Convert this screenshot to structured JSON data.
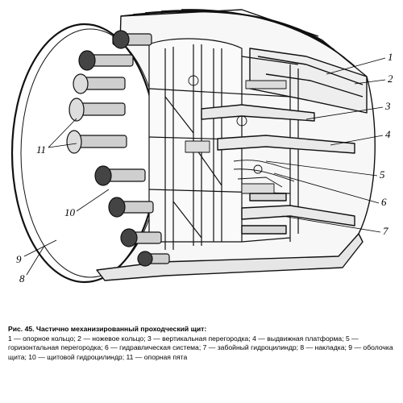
{
  "figure": {
    "callouts": [
      {
        "id": "c1",
        "label": "1"
      },
      {
        "id": "c2",
        "label": "2"
      },
      {
        "id": "c3",
        "label": "3"
      },
      {
        "id": "c4",
        "label": "4"
      },
      {
        "id": "c5",
        "label": "5"
      },
      {
        "id": "c6",
        "label": "6"
      },
      {
        "id": "c7",
        "label": "7"
      },
      {
        "id": "c8",
        "label": "8"
      },
      {
        "id": "c9",
        "label": "9"
      },
      {
        "id": "c10",
        "label": "10"
      },
      {
        "id": "c11",
        "label": "11"
      }
    ]
  },
  "caption": {
    "title": "Рис. 45. Частично механизированный проходческий щит:",
    "text": "1 — опорное кольцо; 2 — ножевое кольцо; 3 — вертикальная перегородка; 4 — выдвижная платформа; 5 — горизонтальная перегородка; 6 — гидравлическая система; 7 — забойный гидроцилиндр; 8 — накладка; 9 — оболочка щита; 10 — щитовой гидроцилиндр; 11 — опорная пята"
  }
}
